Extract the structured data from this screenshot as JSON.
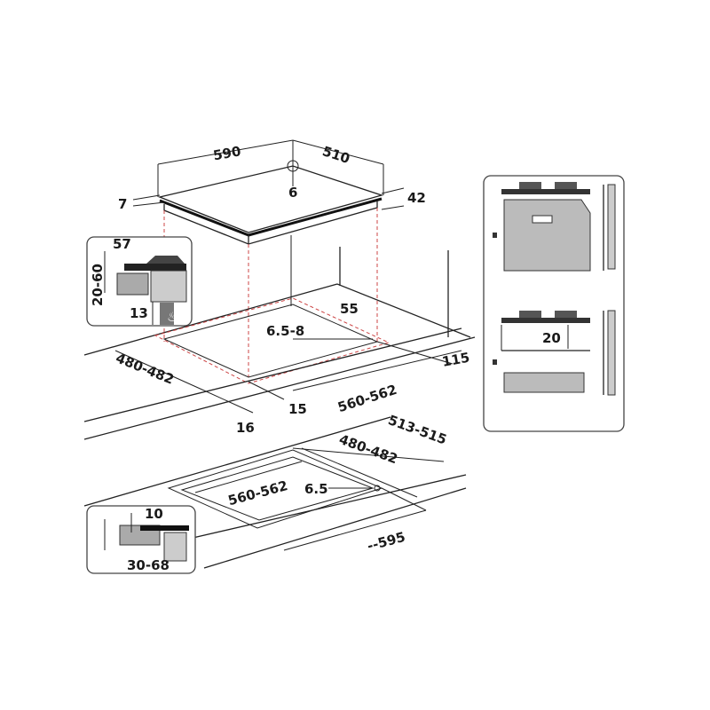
{
  "hob": {
    "width": "590",
    "depth": "510",
    "thickness": "7",
    "height": "42",
    "corner": "6"
  },
  "cutout_top": {
    "depth": "480-482",
    "width": "560-562",
    "front": "16",
    "side": "15",
    "back": "55",
    "rear_gap": "115",
    "corner_radius": "6.5-8"
  },
  "cutout_bottom": {
    "outer_depth": "513-515",
    "depth": "480-482",
    "width": "560-562",
    "corner_radius": "6.5",
    "outer_width": "--595"
  },
  "inset_top": {
    "depth": "57",
    "range": "20-60",
    "gap": "13"
  },
  "inset_bottom": {
    "recess": "10",
    "thickness": "30-68"
  },
  "side_panel": {
    "clearance": "20"
  },
  "colors": {
    "guide_lines": "#c44444",
    "fill_grey": "#aaaaaa"
  }
}
